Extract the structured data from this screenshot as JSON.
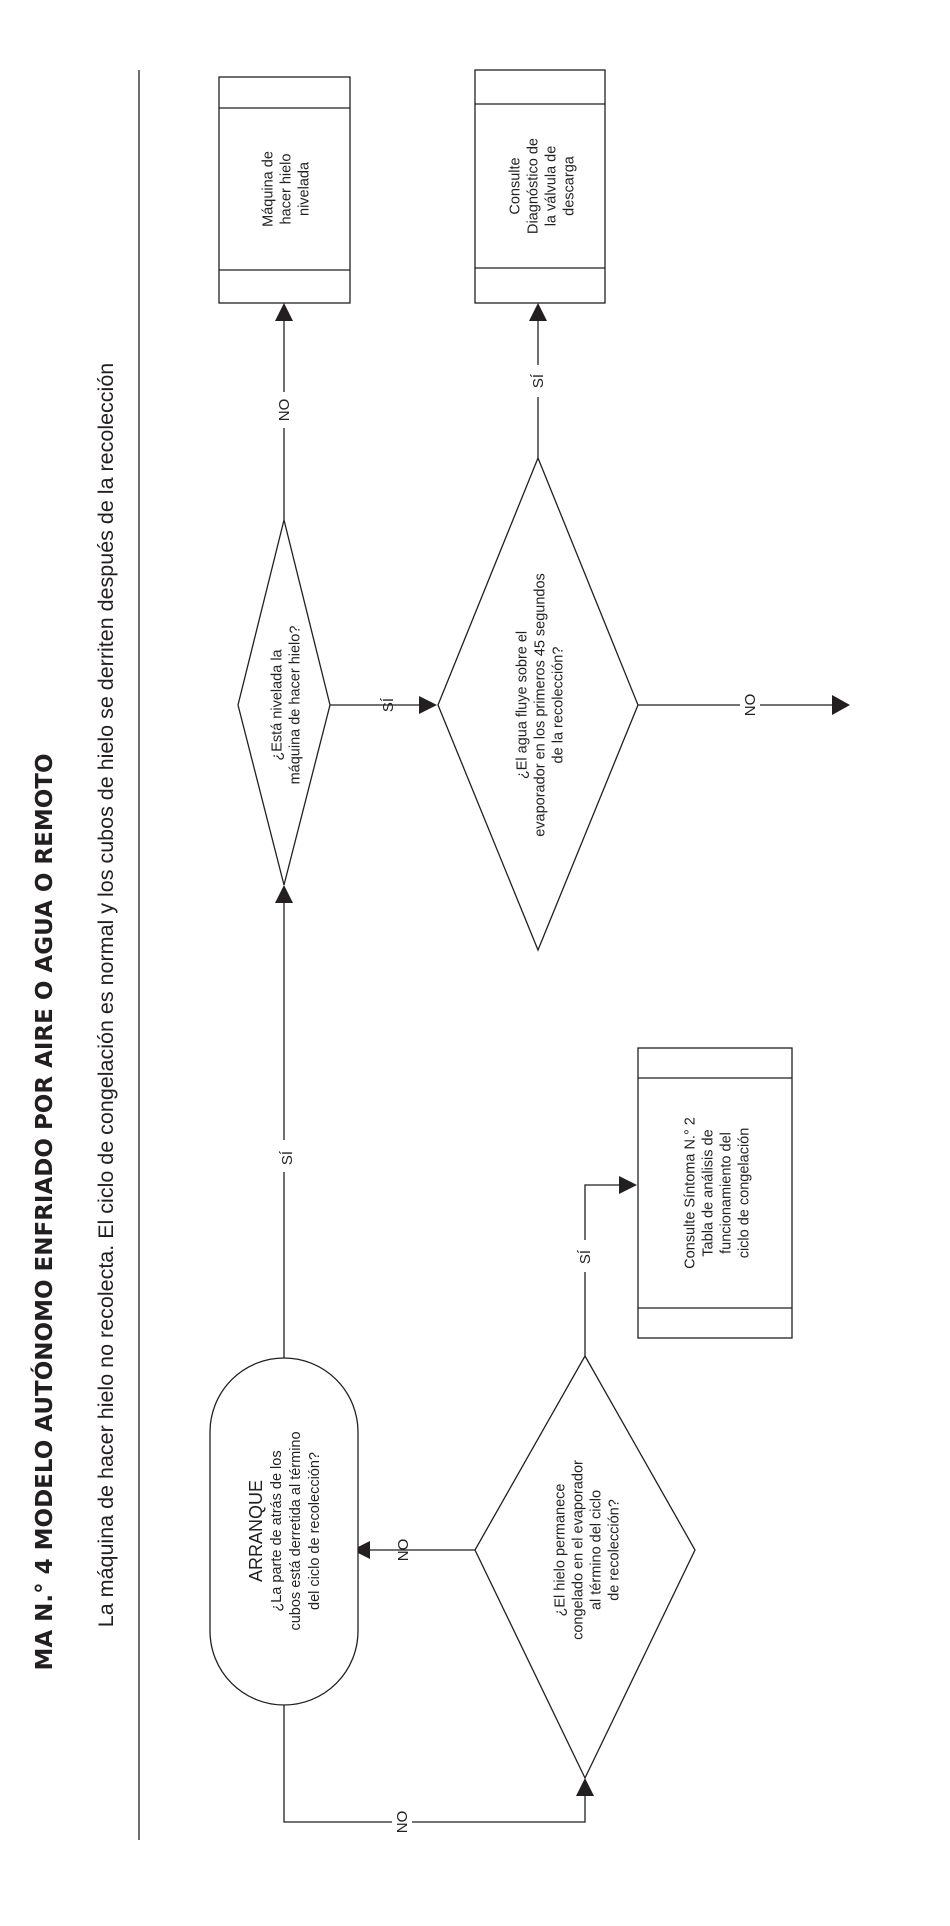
{
  "page": {
    "title": "MA N.° 4 MODELO AUTÓNOMO ENFRIADO POR AIRE O AGUA O REMOTO",
    "subtitle": "La máquina de hacer hielo no recolecta. El ciclo de congelación es normal y los cubos de hielo se derriten después de la recolección"
  },
  "nodes": {
    "start": {
      "heading": "ARRANQUE",
      "lines": [
        "¿La parte de atrás de los",
        "cubos está derretida al término",
        "del ciclo de recolección?"
      ]
    },
    "decision_ice_frozen": {
      "lines": [
        "¿El hielo permanece",
        "congelado en el evaporador",
        "al término del ciclo",
        "de recolección?"
      ]
    },
    "result_symptom2": {
      "lines": [
        "Consulte Síntoma N.° 2",
        "Tabla de análisis de",
        "funcionamiento del",
        "ciclo de congelación"
      ]
    },
    "decision_level": {
      "lines": [
        "¿Está nivelada la",
        "máquina de hacer hielo?"
      ]
    },
    "result_level": {
      "lines": [
        "Máquina de",
        "hacer hielo",
        "nivelada"
      ]
    },
    "decision_water_flow": {
      "lines": [
        "¿El agua fluye sobre el",
        "evaporador en los primeros 45 segundos",
        "de la recolección?"
      ]
    },
    "result_dump_valve": {
      "lines": [
        "Consulte",
        "Diagnóstico de",
        "la válvula de",
        "descarga"
      ]
    }
  },
  "edges": {
    "start_no": "NO",
    "start_si": "SÍ",
    "ice_no": "NO",
    "ice_si": "SÍ",
    "level_no": "NO",
    "level_si": "SÍ",
    "water_si": "SÍ",
    "water_no": "NO"
  }
}
